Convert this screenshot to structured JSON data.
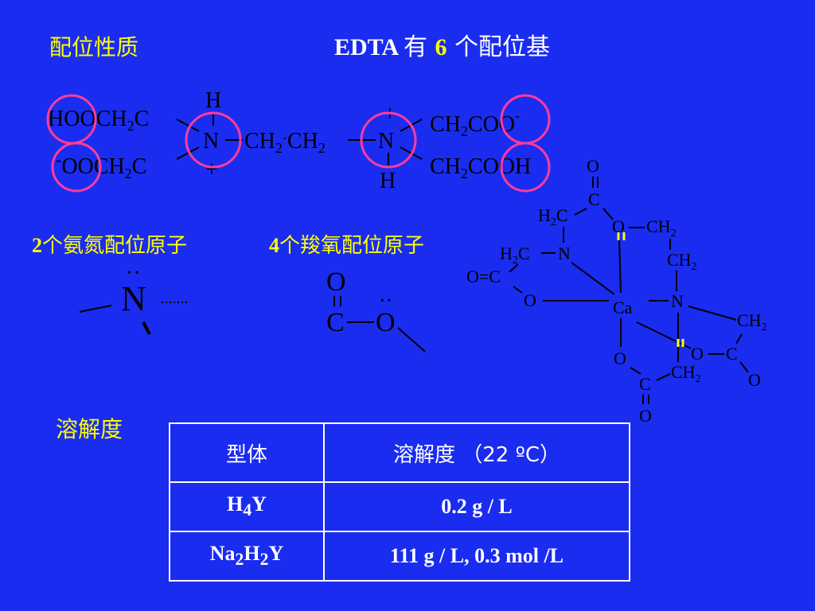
{
  "slide": {
    "section_property": "配位性质",
    "title_prefix": "EDTA ",
    "title_cjk1": "有 ",
    "title_num": "6",
    "title_cjk2": " 个配位基",
    "n_count": "2",
    "n_label": "个氨氮配位原子",
    "o_count": "4",
    "o_label": "个羧氧配位原子",
    "section_solubility": "溶解度"
  },
  "structure": {
    "left_top_group": "HOOCH",
    "left_bottom_group": "OOCH",
    "right_top_group": "CH",
    "right_top_tail": "COO",
    "right_bottom_group": "CH",
    "right_bottom_tail": "COOH",
    "bridge": "CH",
    "nitrogen": "N",
    "hydrogen": "H",
    "carbon": "C",
    "plus": "+",
    "minus": "-",
    "sub2": "2"
  },
  "fragments": {
    "amine_n": "N",
    "carboxyl_c": "C",
    "carboxyl_o": "O",
    "lone_pair": "··"
  },
  "complex": {
    "ca": "Ca",
    "n": "N",
    "o": "O",
    "c": "C",
    "h2c": "H",
    "ch2": "CH",
    "sub2": "2",
    "double_o": "O=C"
  },
  "table": {
    "header": [
      "型体",
      "溶解度 （22 ºC）"
    ],
    "rows": [
      {
        "form": "H4Y",
        "value": "0.2 g / L"
      },
      {
        "form": "Na2H2Y",
        "value": "111 g / L,  0.3 mol /L"
      }
    ]
  },
  "colors": {
    "background": "#1a2cf0",
    "highlight": "#ffff00",
    "circle": "#ff3c9a",
    "text": "#ffffff",
    "ink": "#000000"
  }
}
